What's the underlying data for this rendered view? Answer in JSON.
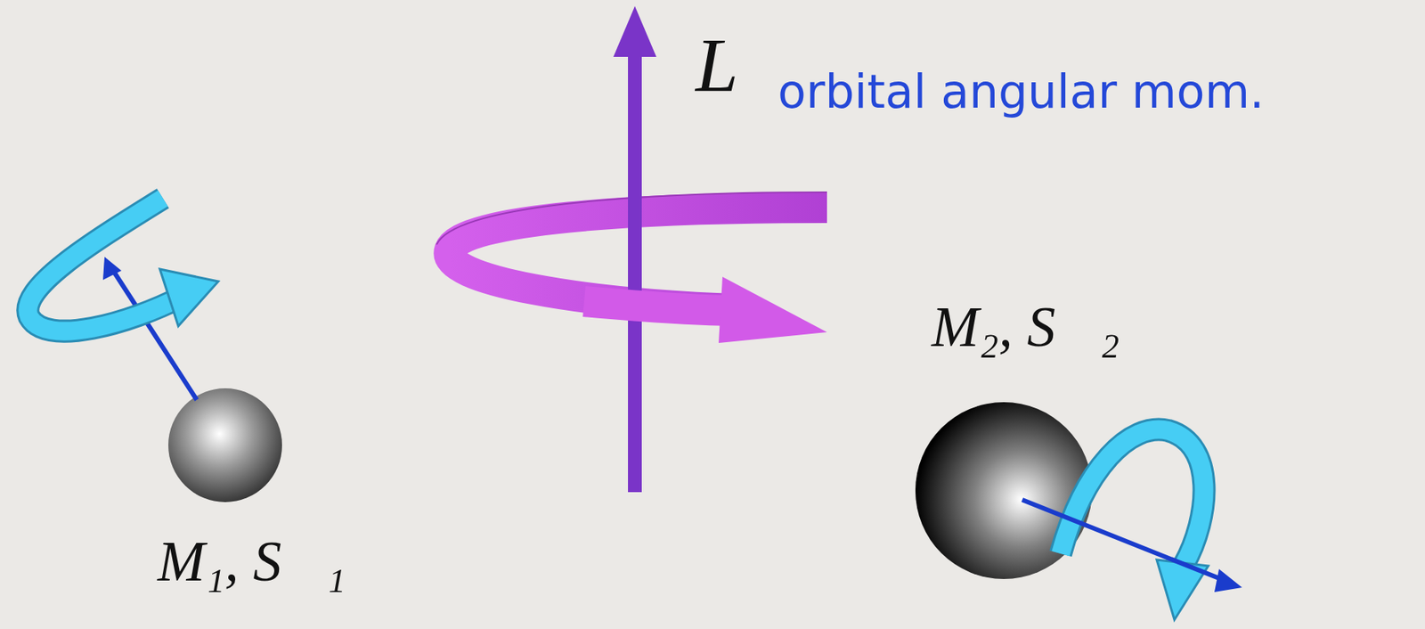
{
  "diagram": {
    "labels": [
      "L⃗",
      "orbital angular mom.",
      "M₁, S⃗₁",
      "M₂, S⃗₂"
    ]
  }
}
